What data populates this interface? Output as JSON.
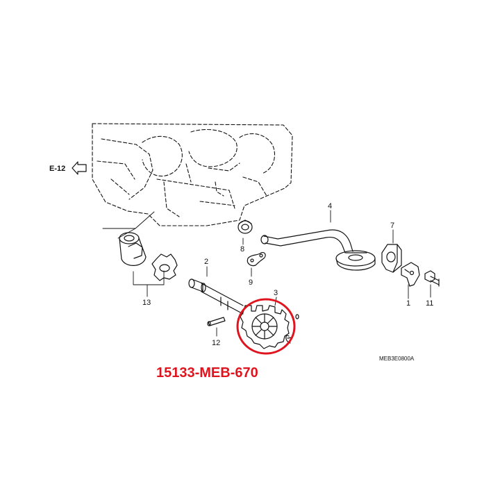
{
  "diagram": {
    "reference_label": "E-12",
    "drawing_code": "MEB3E0800A",
    "part_number": "15133-MEB-670",
    "highlight_color": "#e0141e",
    "line_color": "#111111",
    "callouts": {
      "c1": "1",
      "c2": "2",
      "c3": "3",
      "c4": "4",
      "c7": "7",
      "c8": "8",
      "c9": "9",
      "c11": "11",
      "c12": "12",
      "c13": "13"
    }
  }
}
